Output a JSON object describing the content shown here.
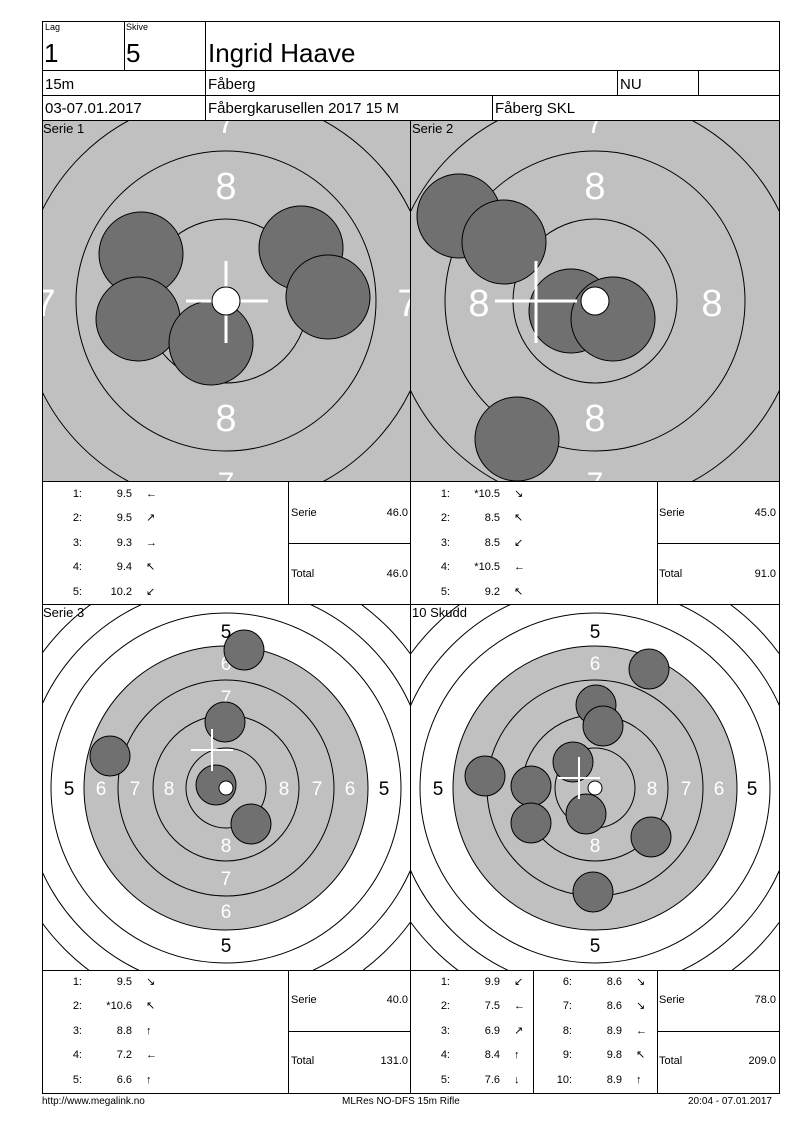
{
  "header": {
    "lag_label": "Lag",
    "lag": "1",
    "skive_label": "Skive",
    "skive": "5",
    "name": "Ingrid Haave",
    "distance": "15m",
    "club": "Fåberg",
    "class": "NU",
    "date": "03-07.01.2017",
    "event": "Fåbergkarusellen 2017 15 M",
    "organizer": "Fåberg SKL"
  },
  "panels": [
    {
      "label": "Serie 1",
      "serie_label": "Serie",
      "serie_value": "46.0",
      "total_label": "Total",
      "total_value": "46.0",
      "shots": [
        {
          "n": "1:",
          "v": "9.5",
          "arrow": "←"
        },
        {
          "n": "2:",
          "v": "9.5",
          "arrow": "↗"
        },
        {
          "n": "3:",
          "v": "9.3",
          "arrow": "→"
        },
        {
          "n": "4:",
          "v": "9.4",
          "arrow": "↖"
        },
        {
          "n": "5:",
          "v": "10.2",
          "arrow": "↙"
        }
      ]
    },
    {
      "label": "Serie 2",
      "serie_label": "Serie",
      "serie_value": "45.0",
      "total_label": "Total",
      "total_value": "91.0",
      "shots": [
        {
          "n": "1:",
          "v": "*10.5",
          "arrow": "↘"
        },
        {
          "n": "2:",
          "v": "8.5",
          "arrow": "↖"
        },
        {
          "n": "3:",
          "v": "8.5",
          "arrow": "↙"
        },
        {
          "n": "4:",
          "v": "*10.5",
          "arrow": "←"
        },
        {
          "n": "5:",
          "v": "9.2",
          "arrow": "↖"
        }
      ]
    },
    {
      "label": "Serie 3",
      "serie_label": "Serie",
      "serie_value": "40.0",
      "total_label": "Total",
      "total_value": "131.0",
      "shots": [
        {
          "n": "1:",
          "v": "9.5",
          "arrow": "↘"
        },
        {
          "n": "2:",
          "v": "*10.6",
          "arrow": "↖"
        },
        {
          "n": "3:",
          "v": "8.8",
          "arrow": "↑"
        },
        {
          "n": "4:",
          "v": "7.2",
          "arrow": "←"
        },
        {
          "n": "5:",
          "v": "6.6",
          "arrow": "↑"
        }
      ]
    },
    {
      "label": "10 Skudd",
      "serie_label": "Serie",
      "serie_value": "78.0",
      "total_label": "Total",
      "total_value": "209.0",
      "shots": [
        {
          "n": "1:",
          "v": "9.9",
          "arrow": "↙"
        },
        {
          "n": "2:",
          "v": "7.5",
          "arrow": "←"
        },
        {
          "n": "3:",
          "v": "6.9",
          "arrow": "↗"
        },
        {
          "n": "4:",
          "v": "8.4",
          "arrow": "↑"
        },
        {
          "n": "5:",
          "v": "7.6",
          "arrow": "↓"
        }
      ],
      "shots2": [
        {
          "n": "6:",
          "v": "8.6",
          "arrow": "↘"
        },
        {
          "n": "7:",
          "v": "8.6",
          "arrow": "↘"
        },
        {
          "n": "8:",
          "v": "8.9",
          "arrow": "←"
        },
        {
          "n": "9:",
          "v": "9.8",
          "arrow": "↖"
        },
        {
          "n": "10:",
          "v": "8.9",
          "arrow": "↑"
        }
      ]
    }
  ],
  "target_labels": {
    "zoom_ring": "8",
    "zoom_outer": "7",
    "full_rings": [
      "5",
      "6",
      "7",
      "8"
    ]
  },
  "footer": {
    "left": "http://www.megalink.no",
    "center": "MLRes NO-DFS 15m Rifle",
    "right": "20:04 - 07.01.2017"
  },
  "colors": {
    "target_gray": "#c0c0c0",
    "shot_gray": "#707070",
    "line": "#000000"
  }
}
